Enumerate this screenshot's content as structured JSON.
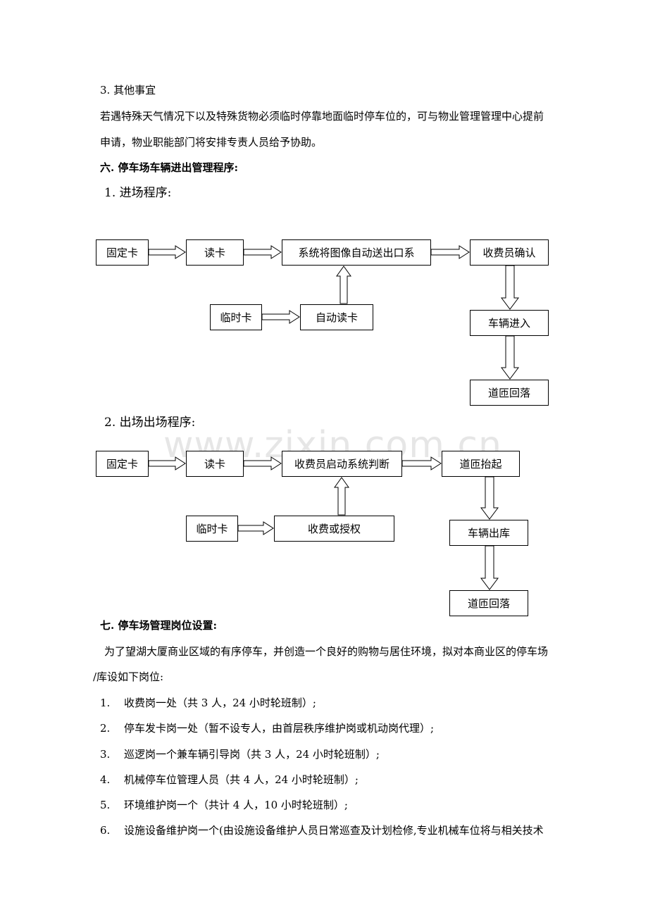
{
  "watermark": "www.zixin.com.cn",
  "sections": {
    "other_heading": "3. 其他事宜",
    "other_p1": "若遇特殊天气情况下以及特殊货物必须临时停靠地面临时停车位的，可与物业管理管理中心提前",
    "other_p2": "申请，物业职能部门将安排专责人员给予协助。",
    "six_heading": "六. 停车场车辆进出管理程序:",
    "entry_heading": "1.  进场程序:",
    "exit_heading": "2.  出场出场程序:",
    "seven_heading": "七. 停车场管理岗位设置:",
    "seven_p1": "为了望湖大厦商业区域的有序停车，并创造一个良好的购物与居住环境，拟对本商业区的停车场",
    "seven_p2": "/库设如下岗位:"
  },
  "entry_flow": {
    "fixed_card": "固定卡",
    "read_card": "读卡",
    "system": "系统将图像自动送出口系",
    "cashier_confirm": "收费员确认",
    "temp_card": "临时卡",
    "auto_read": "自动读卡",
    "vehicle_enter": "车辆进入",
    "gate_down": "道匝回落"
  },
  "exit_flow": {
    "fixed_card": "固定卡",
    "read_card": "读卡",
    "system_judge": "收费员启动系统判断",
    "gate_up": "道匝抬起",
    "temp_card": "临时卡",
    "charge_auth": "收费或授权",
    "vehicle_exit": "车辆出库",
    "gate_down": "道匝回落"
  },
  "posts": [
    {
      "num": "1.",
      "text": "收费岗一处（共 3 人，24 小时轮班制）;"
    },
    {
      "num": "2.",
      "text": "停车发卡岗一处（暂不设专人，由首层秩序维护岗或机动岗代理）;"
    },
    {
      "num": "3.",
      "text": "巡逻岗一个兼车辆引导岗（共 3 人，24 小时轮班制）;"
    },
    {
      "num": "4.",
      "text": "机械停车位管理人员（共 4 人，24 小时轮班制）;"
    },
    {
      "num": "5.",
      "text": "环境维护岗一个（共计 4 人，10 小时轮班制）;"
    },
    {
      "num": "6.",
      "text": "设施设备维护岗一个(由设施设备维护人员日常巡查及计划检修,专业机械车位将与相关技术"
    }
  ]
}
